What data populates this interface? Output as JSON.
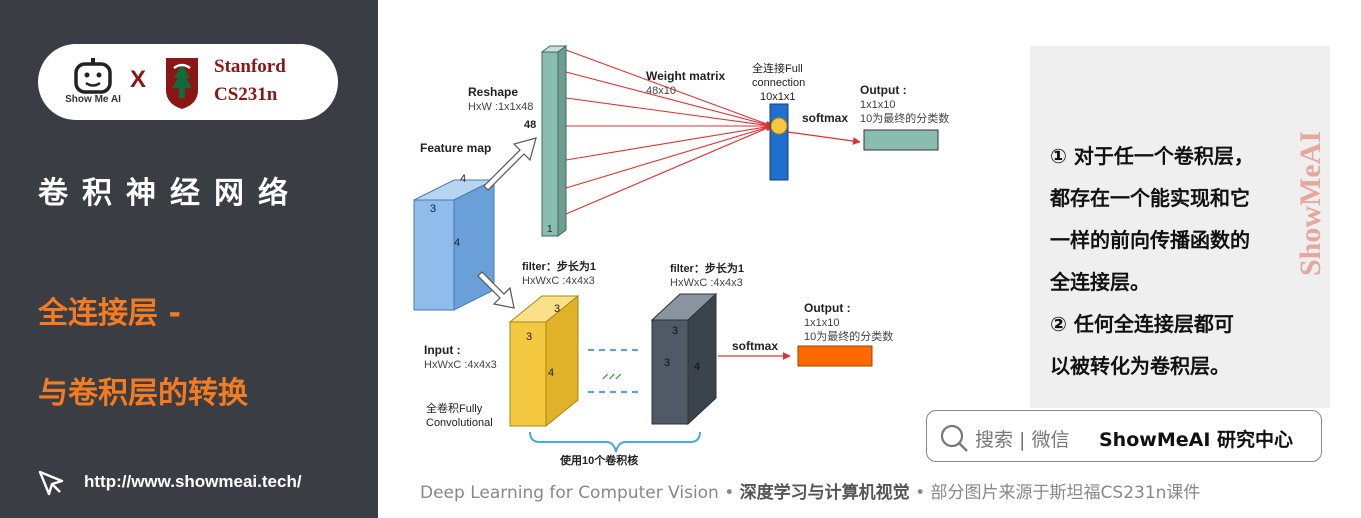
{
  "brand": {
    "showme_text": "Show Me AI",
    "x_sep": "X",
    "stanford_title": "Stanford",
    "stanford_course": "CS231n"
  },
  "left": {
    "course_title": "卷积神经网络",
    "section_line1": "全连接层 -",
    "section_line2": "与卷积层的转换",
    "url": "http://www.showmeai.tech/"
  },
  "diagram": {
    "reshape_title": "Reshape",
    "reshape_dims": "HxW :1x1x48",
    "vec_top": "48",
    "vec_bottom": "1",
    "feature_map": "Feature map",
    "fm_top": "4",
    "fm_side": "3",
    "fm_front": "4",
    "weight_matrix": "Weight matrix",
    "weight_dims": "48x10",
    "fc_title1": "全连接Full",
    "fc_title2": "connection",
    "fc_dims": "10x1x1",
    "softmax_top": "softmax",
    "output_top_title": "Output :",
    "output_top_dims": "1x1x10",
    "output_top_desc": "10为最终的分类数",
    "filter1_title": "filter：步长为1",
    "filter1_dims": "HxWxC :4x4x3",
    "filter2_title": "filter：步长为1",
    "filter2_dims": "HxWxC :4x4x3",
    "input_title": "Input :",
    "input_dims": "HxWxC :4x4x3",
    "y_top": "3",
    "y_front": "4",
    "g_top": "3",
    "g_front": "4",
    "fullconv1": "全卷积Fully",
    "fullconv2": "Convolutional",
    "softmax_bottom": "softmax",
    "output_bottom_title": "Output :",
    "output_bottom_dims": "1x1x10",
    "output_bottom_desc": "10为最终的分类数",
    "brace_label": "使用10个卷积核"
  },
  "notes": {
    "line1": "① 对于任一个卷积层，",
    "line2": "都存在一个能实现和它",
    "line3": "一样的前向传播函数的",
    "line4": "全连接层。",
    "line5": "②  任何全连接层都可",
    "line6": "以被转化为卷积层。"
  },
  "watermark": "ShowMeAI",
  "search": {
    "label": "搜索 | 微信",
    "brand": "ShowMeAI 研究中心"
  },
  "footer": {
    "part1": "Deep Learning for Computer Vision",
    "sep1": " • ",
    "part2": "深度学习与计算机视觉",
    "sep2": " • ",
    "part3": "部分图片来源于斯坦福CS231n课件"
  },
  "colors": {
    "panel_bg": "#3a3d44",
    "accent_orange": "#f47b20",
    "stanford_red": "#8c1515",
    "feature_blue": "#8fbcea",
    "vector_teal": "#8bbcb0",
    "fc_blue": "#1f6fcf",
    "filter_yellow": "#f5c842",
    "filter_gray": "#4f5a66",
    "output_orange": "#ff6a00",
    "arrow_red": "#e03030"
  }
}
